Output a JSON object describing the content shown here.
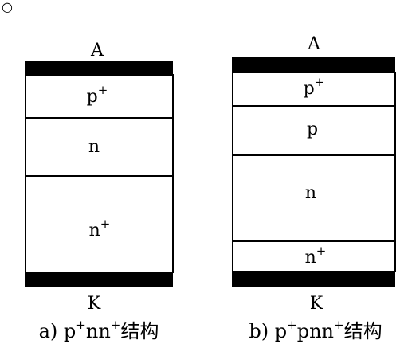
{
  "corner_mark": "○",
  "colors": {
    "line": "#000000",
    "contact": "#000000",
    "fill": "#ffffff"
  },
  "structure_a": {
    "terminal_top": "A",
    "terminal_bottom": "K",
    "layers": [
      {
        "base": "p",
        "sup": "+"
      },
      {
        "base": "n",
        "sup": ""
      },
      {
        "base": "n",
        "sup": "+"
      }
    ],
    "caption": {
      "prefix": "a) ",
      "parts": [
        {
          "base": "p",
          "sup": "+"
        },
        {
          "base": "nn",
          "sup": "+"
        }
      ],
      "suffix": "结构"
    }
  },
  "structure_b": {
    "terminal_top": "A",
    "terminal_bottom": "K",
    "layers": [
      {
        "base": "p",
        "sup": "+"
      },
      {
        "base": "p",
        "sup": ""
      },
      {
        "base": "n",
        "sup": ""
      },
      {
        "base": "n",
        "sup": "+"
      }
    ],
    "caption": {
      "prefix": "b) ",
      "parts": [
        {
          "base": "p",
          "sup": "+"
        },
        {
          "base": "pnn",
          "sup": "+"
        }
      ],
      "suffix": "结构"
    }
  }
}
